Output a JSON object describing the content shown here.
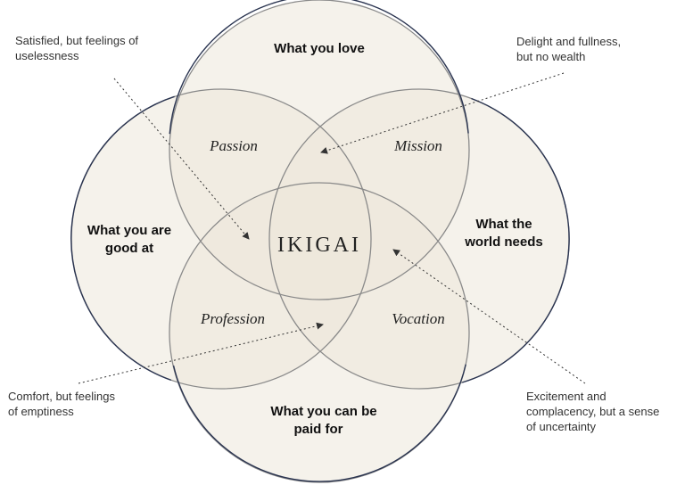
{
  "circles": {
    "love": "What you love",
    "good_at": [
      "What you are",
      "good at"
    ],
    "world_needs": [
      "What the",
      "world needs"
    ],
    "paid_for": [
      "What you can be",
      "paid for"
    ]
  },
  "overlaps": {
    "passion": "Passion",
    "mission": "Mission",
    "profession": "Profession",
    "vocation": "Vocation"
  },
  "center": "IKIGAI",
  "annotations": {
    "top_left": [
      "Satisfied, but feelings of",
      "uselessness"
    ],
    "top_right": [
      "Delight and fullness,",
      "but no wealth"
    ],
    "bottom_left": [
      "Comfort, but feelings",
      "of emptiness"
    ],
    "bottom_right": [
      "Excitement and",
      "complacency, but a sense",
      "of uncertainty"
    ]
  },
  "colors": {
    "circle_fill": "#ede7da",
    "circle_stroke": "#2a3450",
    "overlap_stroke": "#8a8a8a",
    "text": "#222222"
  }
}
